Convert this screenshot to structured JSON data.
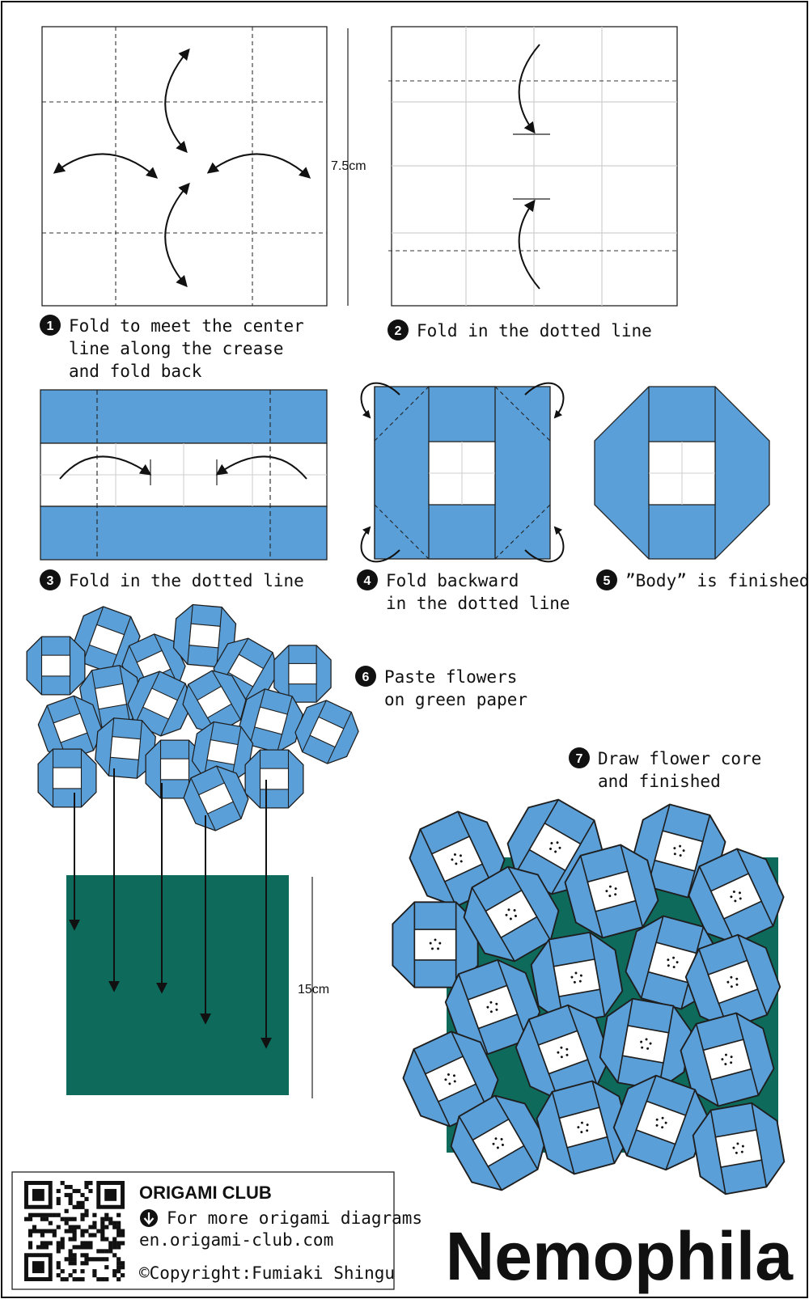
{
  "title": "Nemophila",
  "colors": {
    "petal": "#5a9fd8",
    "outline": "#1e1e1e",
    "green_paper": "#0e6b5c",
    "crease": "#cccccc"
  },
  "paper_sizes": {
    "small": "7.5cm",
    "large": "15cm"
  },
  "steps": [
    {
      "number": "1",
      "lines": [
        "Fold to meet the center",
        "line along the crease",
        "and fold back"
      ]
    },
    {
      "number": "2",
      "lines": [
        "Fold in the dotted line"
      ]
    },
    {
      "number": "3",
      "lines": [
        "Fold in the dotted line"
      ]
    },
    {
      "number": "4",
      "lines": [
        "Fold backward",
        "in the dotted line"
      ]
    },
    {
      "number": "5",
      "lines": [
        "”Body” is finished."
      ]
    },
    {
      "number": "6",
      "lines": [
        "Paste flowers",
        "on green paper"
      ]
    },
    {
      "number": "7",
      "lines": [
        "Draw flower core",
        "and finished"
      ]
    }
  ],
  "footer": {
    "club": "ORIGAMI CLUB",
    "more": "For more origami diagrams",
    "url": "en.origami-club.com",
    "copyright": "©Copyright:Fumiaki Shingu",
    "qr_icon": "qr-code-icon",
    "down_icon": "down-arrow-circle-icon"
  }
}
